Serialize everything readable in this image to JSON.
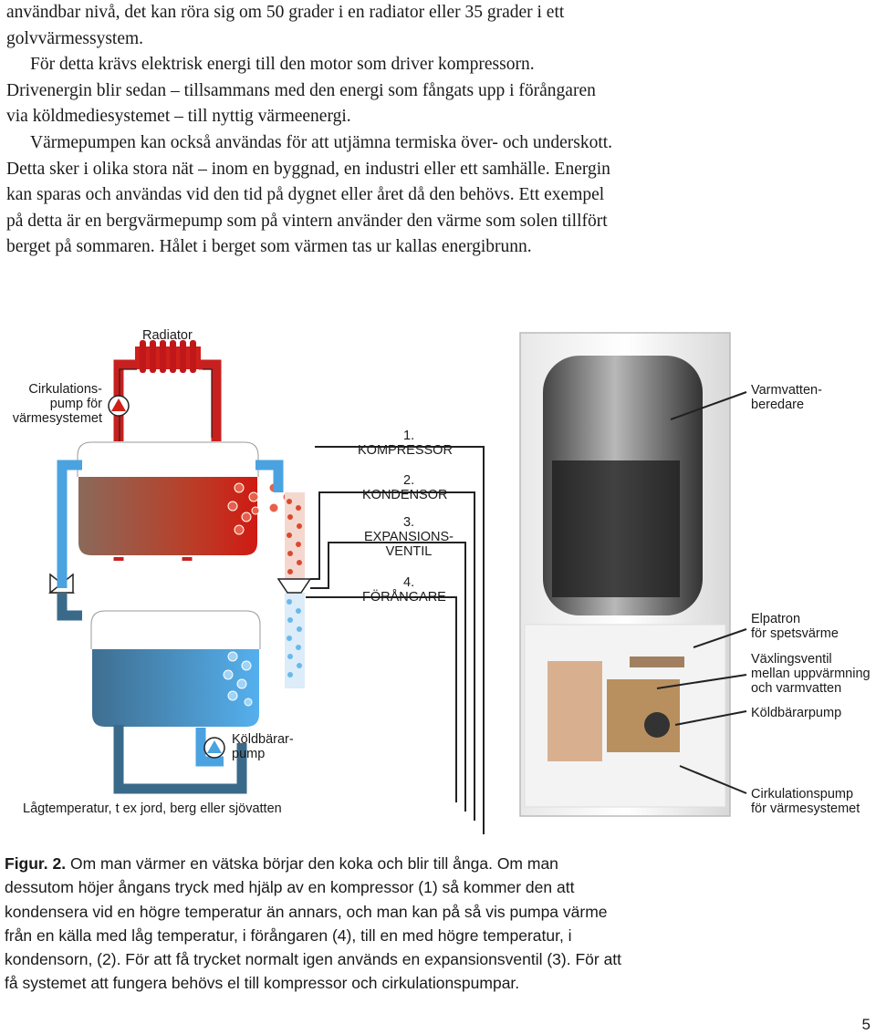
{
  "body": {
    "p1": "användbar nivå, det kan röra sig om 50 grader i en radiator eller 35 grader i ett golvvärmessystem.",
    "p2": "För detta krävs elektrisk energi till den motor som driver kompressorn. Drivenergin blir sedan – tillsammans med den energi som fångats upp i förångaren via köldmediesystemet – till nyttig värmeenergi.",
    "p3": "Värmepumpen kan också användas för att utjämna termiska över- och underskott. Detta sker i olika stora nät – inom en byggnad, en industri eller ett samhälle. Energin kan sparas och användas vid den tid på dygnet eller året då den behövs. Ett exempel på detta är en bergvärmepump som på vintern använder den värme som solen tillfört berget på sommaren. Hålet i berget som värmen tas ur kallas energibrunn."
  },
  "figure": {
    "radiator": "Radiator",
    "circ_pump_l1": "Cirkulations-",
    "circ_pump_l2": "pump för",
    "circ_pump_l3": "värmesystemet",
    "comp_l1": "1.",
    "comp_l2": "KOMPRESSOR",
    "kond_l1": "2.",
    "kond_l2": "KONDENSOR",
    "exp_l1": "3.",
    "exp_l2": "EXPANSIONS-",
    "exp_l3": "VENTIL",
    "forang_l1": "4.",
    "forang_l2": "FÖRÅNGARE",
    "brine_pump_l1": "Köldbärar-",
    "brine_pump_l2": "pump",
    "low_temp": "Lågtemperatur, t ex jord, berg eller sjövatten",
    "hot_water_l1": "Varmvatten-",
    "hot_water_l2": "beredare",
    "elpatron_l1": "Elpatron",
    "elpatron_l2": "för spetsvärme",
    "valve_l1": "Växlingsventil",
    "valve_l2": "mellan uppvärmning",
    "valve_l3": "och varmvatten",
    "brine_pump_r": "Köldbärarpump",
    "circ_r_l1": "Cirkulationspump",
    "circ_r_l2": "för värmesystemet"
  },
  "caption": {
    "label": "Figur. 2.",
    "text": " Om man värmer en vätska börjar den koka och blir till ånga. Om man dessutom höjer ångans tryck med hjälp av en kompressor (1) så kommer den att kondensera vid en högre temperatur än annars, och man kan på så vis pumpa värme från en källa med låg temperatur, i förångaren (4), till en med högre temperatur, i kondensorn, (2). För att få trycket normalt igen används en expansionsventil (3). För att få systemet att fungera behövs el till kompressor och cirkulationspumpar."
  },
  "page_number": "5",
  "colors": {
    "hot": "#c8201e",
    "cold": "#4aa3e0",
    "dark_cold": "#3a6a8a",
    "text": "#1a1a1a"
  }
}
